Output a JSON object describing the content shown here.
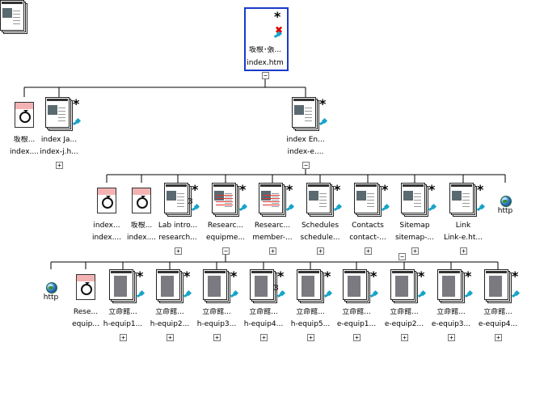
{
  "root": {
    "title": "坂根･張...",
    "file": "index.htm",
    "expander": "−"
  },
  "level1": [
    {
      "type": "redirect",
      "title": "坂根...",
      "file": "index....",
      "expander": null
    },
    {
      "type": "page",
      "title": "index Ja...",
      "file": "index-j.h...",
      "expander": "+"
    },
    {
      "type": "page",
      "title": "index En...",
      "file": "index-e....",
      "expander": "−"
    }
  ],
  "level2": [
    {
      "type": "redirect",
      "title": "index...",
      "file": "index....",
      "expander": null
    },
    {
      "type": "redirect",
      "title": "坂根...",
      "file": "index....",
      "expander": null
    },
    {
      "type": "page",
      "title": "Lab intro...",
      "file": "research...",
      "expander": "+",
      "badge": "3"
    },
    {
      "type": "page",
      "title": "Researc...",
      "file": "equipme...",
      "expander": "−"
    },
    {
      "type": "page",
      "title": "Researc...",
      "file": "member-...",
      "expander": "+"
    },
    {
      "type": "page",
      "title": "Schedules",
      "file": "schedule...",
      "expander": "+"
    },
    {
      "type": "page",
      "title": "Contacts",
      "file": "contact-...",
      "expander": "+"
    },
    {
      "type": "page",
      "title": "Sitemap",
      "file": "sitemap-...",
      "expander": "+"
    },
    {
      "type": "page",
      "title": "Link",
      "file": "Link-e.ht...",
      "expander": "+"
    },
    {
      "type": "external",
      "title": "http",
      "file": "",
      "expander": null
    }
  ],
  "level3": [
    {
      "type": "external",
      "title": "http",
      "file": "",
      "expander": null
    },
    {
      "type": "redirect",
      "title": "Rese...",
      "file": "equip...",
      "expander": null
    },
    {
      "type": "page",
      "title": "立命館...",
      "file": "h-equip1...",
      "expander": "+"
    },
    {
      "type": "page",
      "title": "立命館...",
      "file": "h-equip2...",
      "expander": "+"
    },
    {
      "type": "page",
      "title": "立命館...",
      "file": "h-equip3...",
      "expander": "+"
    },
    {
      "type": "page",
      "title": "立命館...",
      "file": "h-equip4...",
      "expander": "+",
      "badge": "3"
    },
    {
      "type": "page",
      "title": "立命館...",
      "file": "h-equip5...",
      "expander": "+"
    },
    {
      "type": "page",
      "title": "立命館...",
      "file": "e-equip1...",
      "expander": "+"
    },
    {
      "type": "page",
      "title": "立命館...",
      "file": "e-equip2...",
      "expander": "+"
    },
    {
      "type": "page",
      "title": "立命館...",
      "file": "e-equip3...",
      "expander": "+"
    },
    {
      "type": "page",
      "title": "立命館...",
      "file": "e-equip4...",
      "expander": "+"
    }
  ],
  "extra_expander": "−",
  "glyphs": {
    "modified": "*",
    "broken": "✖"
  },
  "colors": {
    "selection": "#1a3ac9",
    "link_arrow": "#1aa3c7",
    "redirect_header": "#f3b3b3",
    "broken": "#dd0000"
  }
}
